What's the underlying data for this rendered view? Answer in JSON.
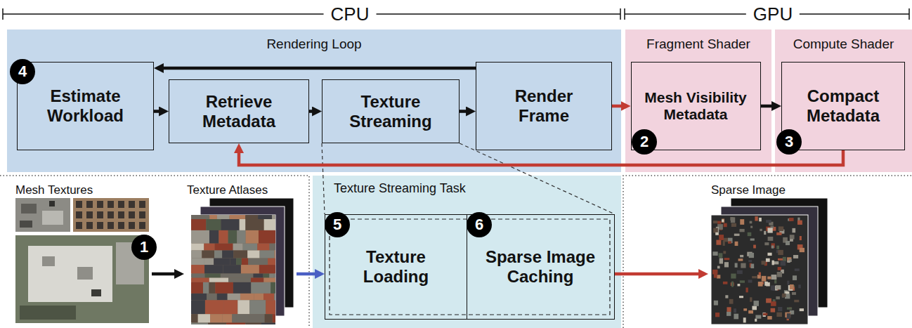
{
  "diagram": {
    "nodes": [
      {
        "text": [
          "Rendering Loop"
        ]
      },
      {
        "text": [
          "Estimate Workload"
        ],
        "in": 0
      },
      {
        "text": [
          "Retrieve Metadata"
        ],
        "in": 0
      },
      {
        "text": [
          "Texture Streaming"
        ],
        "in": 0
      },
      {
        "text": [
          "Render Frame"
        ],
        "in": 0
      },
      {
        "text": [
          "Fragment Shader"
        ]
      },
      {
        "text": [
          "Mesh Visibility Metadata"
        ],
        "in": 5
      },
      {
        "text": [
          "Compute Shader"
        ]
      },
      {
        "text": [
          "Compact Metadata"
        ],
        "in": 7
      },
      {
        "text": [
          "Mesh Textures"
        ]
      },
      {
        "text": [
          "Texture Atlases"
        ]
      },
      {
        "text": [
          "Texture Streaming Task"
        ]
      },
      {
        "text": [
          "Texture Loading"
        ],
        "in": 11
      },
      {
        "text": [
          "Sparse Image Caching"
        ],
        "in": 11
      },
      {
        "text": [
          "Sparse Image"
        ]
      }
    ],
    "edges": [
      {
        "from": 1,
        "to": 2,
        "arrow": "to"
      },
      {
        "from": 2,
        "to": 3,
        "arrow": "to"
      },
      {
        "from": 3,
        "to": 4,
        "arrow": "to"
      },
      {
        "from": 4,
        "to": 1,
        "arrow": "to"
      },
      {
        "from": 4,
        "to": 6,
        "arrow": "to"
      },
      {
        "from": 6,
        "to": 8,
        "arrow": "to"
      },
      {
        "from": 8,
        "to": 2,
        "arrow": "to"
      },
      {
        "from": 9,
        "to": 10,
        "arrow": "to"
      },
      {
        "from": 10,
        "to": 12,
        "arrow": "to"
      },
      {
        "from": 13,
        "to": 14,
        "arrow": "to"
      }
    ],
    "labels": [
      "CPU",
      "GPU",
      "1",
      "2",
      "3",
      "4",
      "5",
      "6"
    ]
  }
}
